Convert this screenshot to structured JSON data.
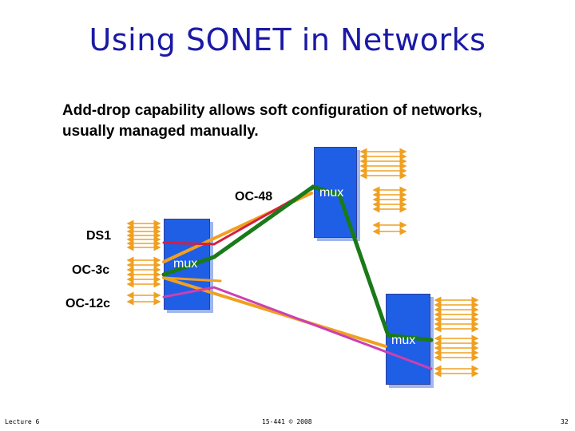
{
  "title": "Using SONET in Networks",
  "subtitle_lines": [
    "Add-drop capability allows soft configuration of networks,",
    "usually managed manually."
  ],
  "labels": {
    "oc48": "OC-48",
    "ds1": "DS1",
    "oc3c": "OC-3c",
    "oc12c": "OC-12c"
  },
  "muxes": {
    "top": "mux",
    "left": "mux",
    "bottom": "mux"
  },
  "footer": {
    "left": "Lecture 6",
    "center": "15-441 © 2008",
    "right": "32"
  },
  "colors": {
    "title": "#1a1aa6",
    "mux": "#1f5fe6",
    "arrow": "#f0a020",
    "red_link": "#d42040",
    "green_link": "#1a7a1a",
    "magenta_link": "#cc40b0"
  }
}
